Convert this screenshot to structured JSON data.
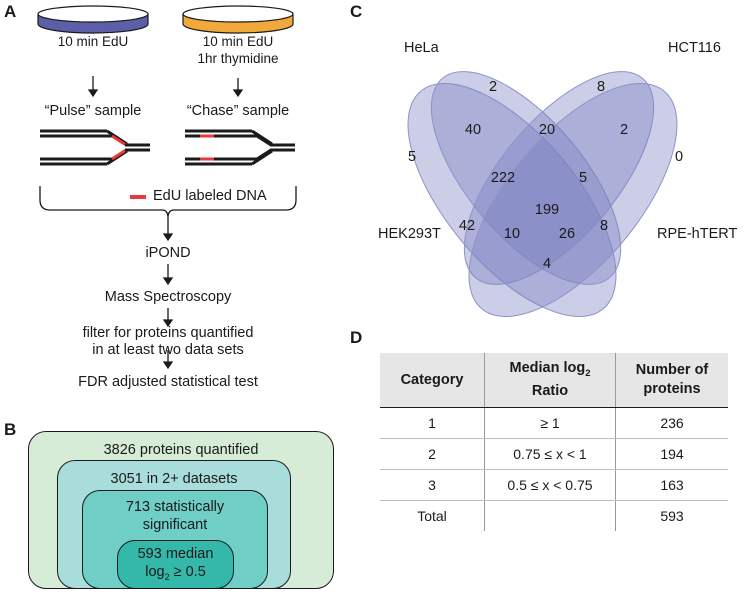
{
  "panels": {
    "a": "A",
    "b": "B",
    "c": "C",
    "d": "D"
  },
  "panel_a": {
    "dish1_label": "10 min EdU",
    "dish2_label_1": "10 min EdU",
    "dish2_label_2": "1hr thymidine",
    "pulse_label": "“Pulse” sample",
    "chase_label": "“Chase” sample",
    "legend_label": "EdU labeled DNA",
    "steps": [
      "iPOND",
      "Mass Spectroscopy",
      "filter for proteins quantified",
      "in at least two data sets",
      "FDR adjusted statistical test"
    ],
    "colors": {
      "pulse_dish": "#5a5fa8",
      "chase_dish": "#f2a93b",
      "edu": "#e83a3a"
    }
  },
  "panel_b": {
    "box1": "3826 proteins quantified",
    "box2": "3051 in 2+ datasets",
    "box3_line1": "713 statistically",
    "box3_line2": "significant",
    "box4_line1": "593 median",
    "box4_line2_base": "log",
    "box4_line2_sub": "2",
    "box4_line2_tail": " ≥ 0.5",
    "colors": [
      "#d6ecd6",
      "#a8dddc",
      "#6fcfc7",
      "#34b8a9"
    ]
  },
  "panel_c": {
    "set_labels": {
      "hela": "HeLa",
      "hct116": "HCT116",
      "hek293t": "HEK293T",
      "rpe": "RPE-hTERT"
    },
    "counts": {
      "hela_only": "2",
      "hct_only": "8",
      "hek_only": "5",
      "rpe_only": "0",
      "hek_hela": "40",
      "hela_hct": "20",
      "hct_rpe": "2",
      "hek_hela_hct": "222",
      "hela_hct_rpe": "5",
      "all_four": "199",
      "hek_rpe": "42",
      "hek_hela_rpe": "10",
      "hek_hct_rpe": "26",
      "hek_hct": "8",
      "hela_rpe": "4"
    },
    "color": "#7a7fc0"
  },
  "panel_d": {
    "headers": {
      "category": "Category",
      "median_base": "Median log",
      "median_sub": "2",
      "median_tail": "Ratio",
      "number_1": "Number of",
      "number_2": "proteins"
    },
    "rows": [
      {
        "category": "1",
        "ratio": "≥ 1",
        "number": "236"
      },
      {
        "category": "2",
        "ratio": "0.75 ≤ x < 1",
        "number": "194"
      },
      {
        "category": "3",
        "ratio": "0.5 ≤ x < 0.75",
        "number": "163"
      },
      {
        "category": "Total",
        "ratio": "",
        "number": "593"
      }
    ]
  }
}
